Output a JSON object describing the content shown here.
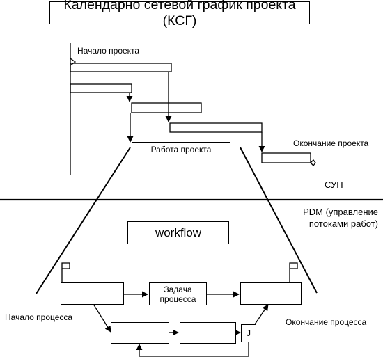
{
  "title": "Календарно сетевой график проекта (КСГ)",
  "project_start": "Начало проекта",
  "project_end": "Окончание проекта",
  "project_work": "Работа проекта",
  "sup": "СУП",
  "pdm": "PDM (управление потоками работ)",
  "workflow": "workflow",
  "task": "Задача процесса",
  "process_start": "Начало процесса",
  "process_end": "Окончание процесса",
  "join": "J"
}
